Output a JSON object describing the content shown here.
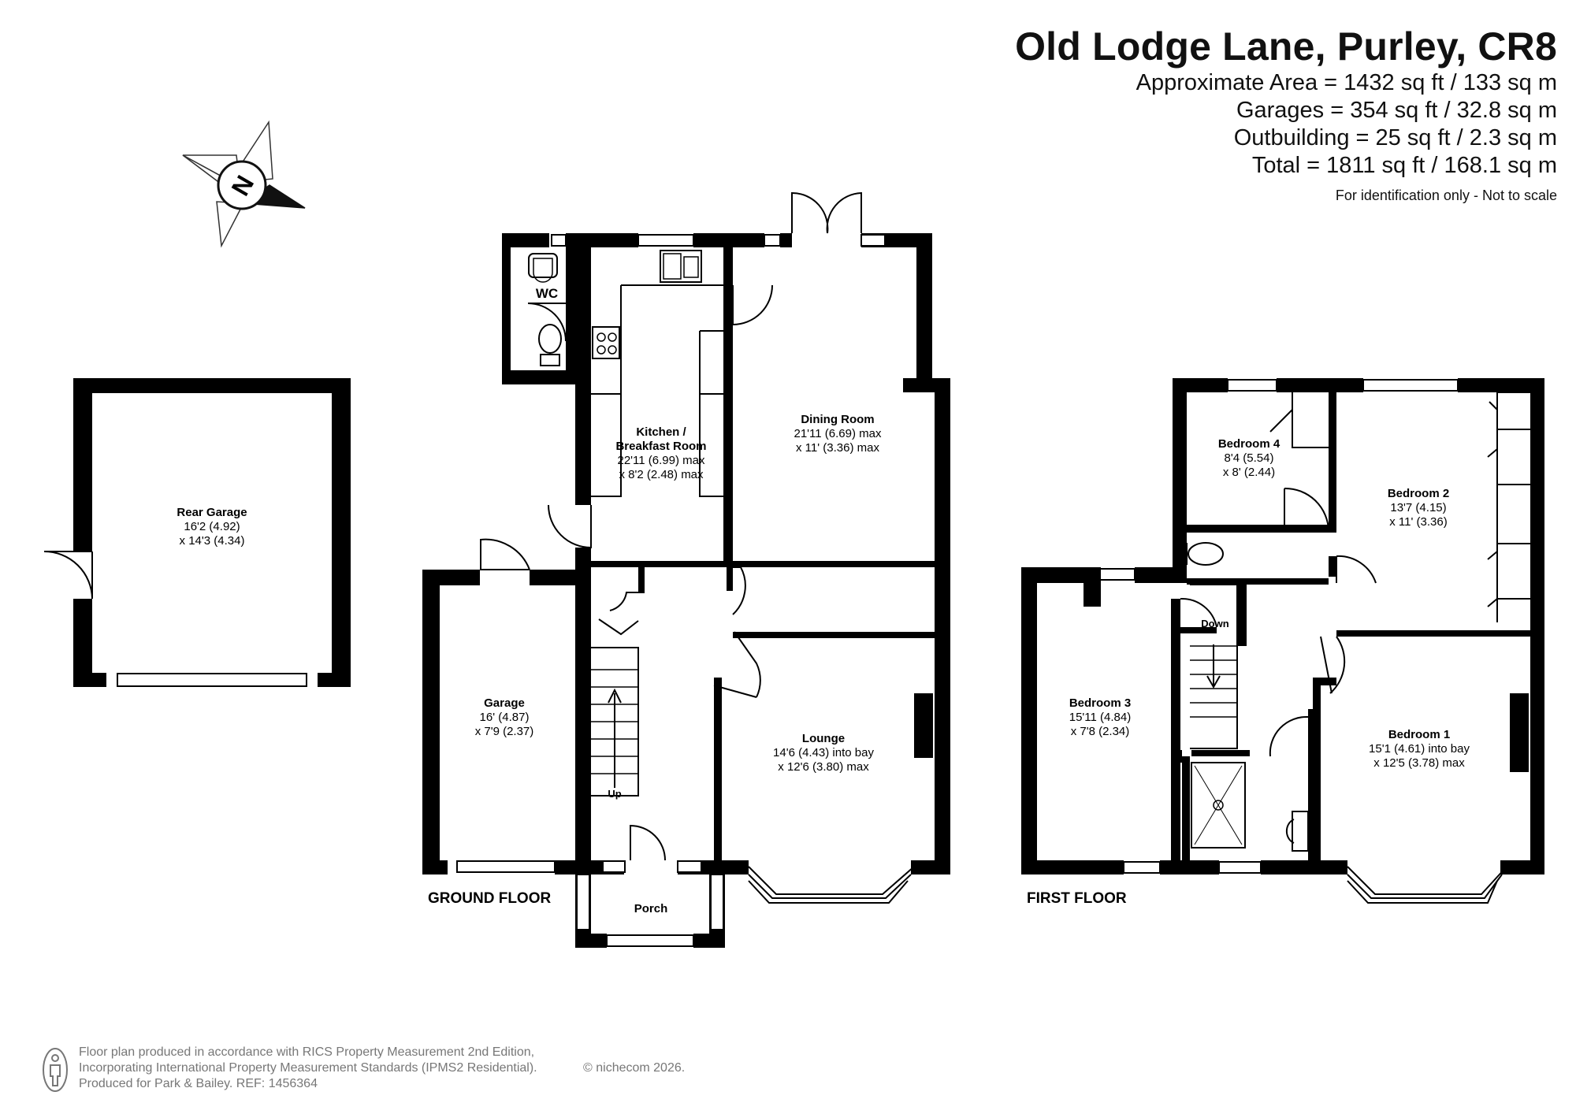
{
  "header": {
    "title": "Old Lodge Lane, Purley, CR8",
    "areas": [
      "Approximate Area = 1432 sq ft / 133 sq m",
      "Garages = 354 sq ft / 32.8 sq m",
      "Outbuilding = 25 sq ft / 2.3 sq m",
      "Total = 1811 sq ft / 168.1 sq m"
    ],
    "note": "For identification only - Not to scale"
  },
  "compass": {
    "letter": "N"
  },
  "floors": {
    "ground": "GROUND FLOOR",
    "first": "FIRST FLOOR"
  },
  "rooms": {
    "rear_garage": {
      "name": "Rear Garage",
      "dim1": "16'2 (4.92)",
      "dim2": "x 14'3 (4.34)"
    },
    "garage": {
      "name": "Garage",
      "dim1": "16' (4.87)",
      "dim2": "x 7'9 (2.37)"
    },
    "wc": {
      "name": "WC"
    },
    "kitchen": {
      "name1": "Kitchen /",
      "name2": "Breakfast Room",
      "dim1": "22'11 (6.99) max",
      "dim2": "x 8'2 (2.48) max"
    },
    "dining": {
      "name": "Dining Room",
      "dim1": "21'11 (6.69) max",
      "dim2": "x 11' (3.36) max"
    },
    "lounge": {
      "name": "Lounge",
      "dim1": "14'6 (4.43) into bay",
      "dim2": "x 12'6 (3.80) max"
    },
    "porch": {
      "name": "Porch"
    },
    "stairs_up": "Up",
    "stairs_down": "Down",
    "bedroom1": {
      "name": "Bedroom 1",
      "dim1": "15'1 (4.61) into bay",
      "dim2": "x 12'5 (3.78) max"
    },
    "bedroom2": {
      "name": "Bedroom 2",
      "dim1": "13'7 (4.15)",
      "dim2": "x 11' (3.36)"
    },
    "bedroom3": {
      "name": "Bedroom 3",
      "dim1": "15'11 (4.84)",
      "dim2": "x 7'8 (2.34)"
    },
    "bedroom4": {
      "name": "Bedroom 4",
      "dim1": "8'4 (5.54)",
      "dim2": "x 8' (2.44)"
    }
  },
  "footer": {
    "line1": "Floor plan produced in accordance with RICS Property Measurement 2nd Edition,",
    "line2": "Incorporating International Property Measurement Standards (IPMS2 Residential).",
    "line3": "Produced for Park & Bailey.   REF:  1456364",
    "copyright": "© nichecom 2026."
  }
}
